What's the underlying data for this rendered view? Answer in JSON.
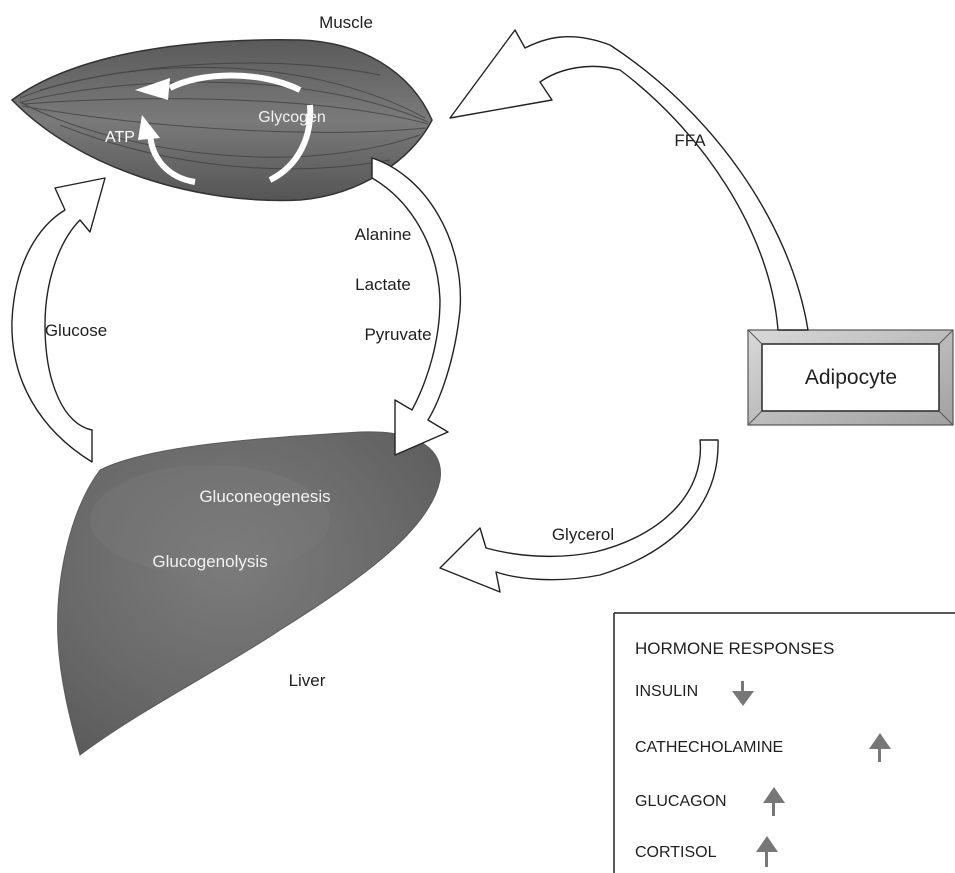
{
  "organs": {
    "muscle": {
      "title": "Muscle",
      "glycogen": "Glycogen",
      "atp": "ATP"
    },
    "liver": {
      "title": "Liver",
      "process_1": "Gluconeogenesis",
      "process_2": "Glucogenolysis"
    },
    "adipocyte": {
      "title": "Adipocyte"
    }
  },
  "flows": {
    "ffa": "FFA",
    "alanine": "Alanine",
    "lactate": "Lactate",
    "pyruvate": "Pyruvate",
    "glucose": "Glucose",
    "glycerol": "Glycerol"
  },
  "hormones": {
    "title": "HORMONE RESPONSES",
    "items": [
      {
        "name": "INSULIN",
        "direction": "down"
      },
      {
        "name": "CATHECHOLAMINE",
        "direction": "up"
      },
      {
        "name": "GLUCAGON",
        "direction": "up"
      },
      {
        "name": "CORTISOL",
        "direction": "up"
      }
    ]
  },
  "colors": {
    "organ_fill": "#6e6e6e",
    "organ_dark": "#4a4a4a",
    "hormone_arrow": "#777777",
    "adipocyte_border": "#b5b5b5"
  }
}
